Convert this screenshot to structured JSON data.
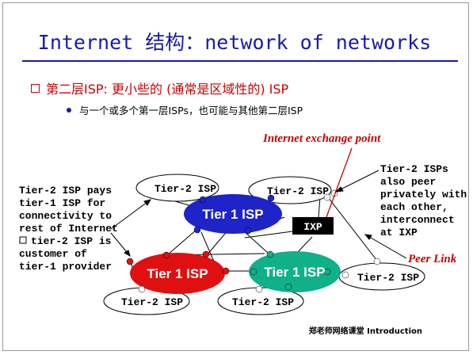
{
  "title": "Internet 结构：network of networks",
  "bullet_main": "第二层ISP: 更小些的 (通常是区域性的) ISP",
  "bullet_sub": "与一个或多个第一层ISPs，也可能与其他第二层ISP",
  "footer": "郑老师网络课堂  Introduction",
  "labels": {
    "ixp_caption": "Internet exchange point",
    "peer_link": "Peer Link",
    "ixp": "IXP",
    "tier1": "Tier 1 ISP",
    "tier2": "Tier-2 ISP"
  },
  "left_note": [
    "Tier-2 ISP pays",
    "tier-1 ISP for",
    "connectivity to",
    "rest of Internet",
    "tier-2 ISP is",
    "customer of",
    "tier-1 provider"
  ],
  "right_note": [
    "Tier-2 ISPs",
    "also peer",
    "privately with",
    "each other,",
    "interconnect",
    "at IXP"
  ],
  "colors": {
    "title": "#1a1aa8",
    "tier1_blue": "#1e24c8",
    "tier1_red": "#e01010",
    "tier1_teal": "#10b088",
    "accent_red": "#cc0000"
  }
}
